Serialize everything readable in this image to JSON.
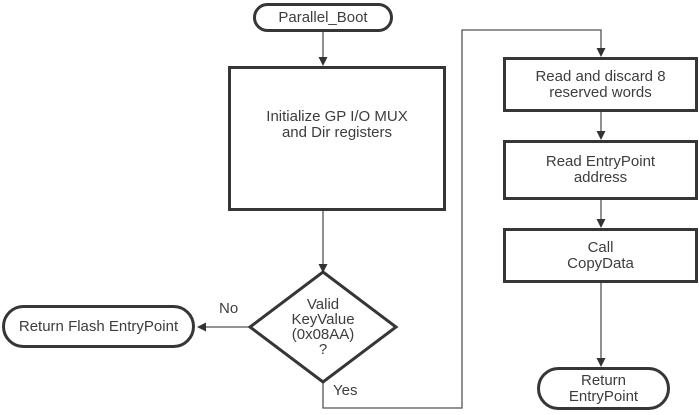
{
  "diagram": {
    "type": "flowchart",
    "colors": {
      "background": "#ffffff",
      "shape_border": "#363636",
      "connector_line": "#555555",
      "arrowhead": "#333333",
      "text": "#3d3d3d"
    },
    "nodes": {
      "start": {
        "shape": "terminator",
        "label": "Parallel_Boot"
      },
      "init_gpio": {
        "shape": "process",
        "lines": [
          "Initialize GP I/O MUX",
          "and Dir registers"
        ]
      },
      "key_check": {
        "shape": "decision",
        "lines": [
          "Valid",
          "KeyValue",
          "(0x08AA)",
          "?"
        ]
      },
      "return_flash": {
        "shape": "terminator",
        "label": "Return Flash EntryPoint"
      },
      "read_discard": {
        "shape": "process",
        "lines": [
          "Read and discard 8",
          "reserved words"
        ]
      },
      "read_entrypoint": {
        "shape": "process",
        "lines": [
          "Read EntryPoint",
          "address"
        ]
      },
      "call_copydata": {
        "shape": "process",
        "lines": [
          "Call",
          "CopyData"
        ]
      },
      "return_entrypoint": {
        "shape": "terminator",
        "lines": [
          "Return",
          "EntryPoint"
        ]
      }
    },
    "edge_labels": {
      "no": "No",
      "yes": "Yes"
    }
  }
}
